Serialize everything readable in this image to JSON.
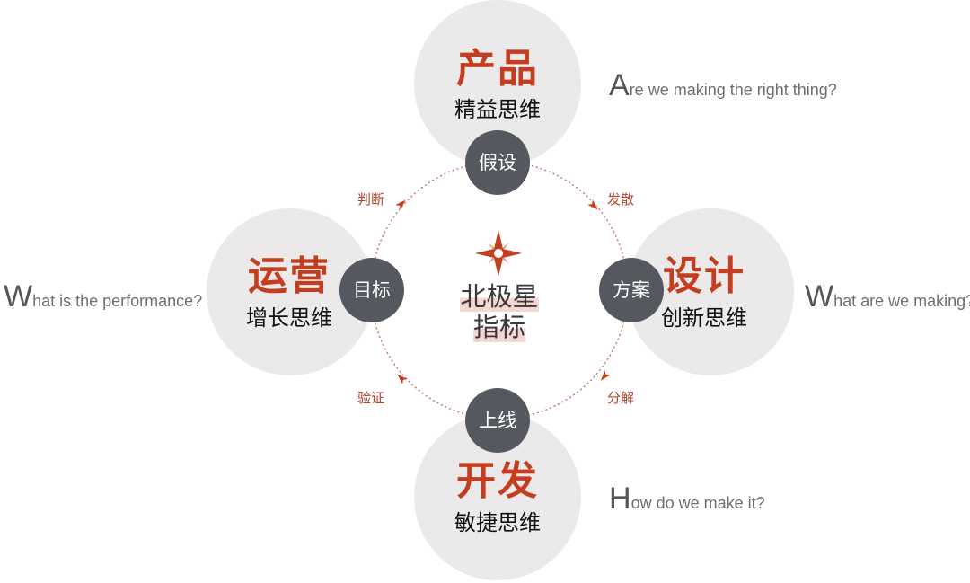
{
  "quadrants": {
    "top": {
      "title": "产品",
      "subtitle": "精益思维"
    },
    "left": {
      "title": "运营",
      "subtitle": "增长思维"
    },
    "right": {
      "title": "设计",
      "subtitle": "创新思维"
    },
    "bottom": {
      "title": "开发",
      "subtitle": "敏捷思维"
    }
  },
  "nodes": {
    "top": "假设",
    "left": "目标",
    "right": "方案",
    "bottom": "上线"
  },
  "edges": {
    "top_left": "判断",
    "top_right": "发散",
    "bottom_right": "分解",
    "bottom_left": "验证"
  },
  "center": {
    "line1": "北极星",
    "line2": "指标"
  },
  "questions": {
    "top": {
      "initial": "A",
      "rest": "re we making the right thing?"
    },
    "left": {
      "initial": "W",
      "rest": "hat is the performance?"
    },
    "right": {
      "initial": "W",
      "rest": "hat are we making?"
    },
    "bottom": {
      "initial": "H",
      "rest": "ow do we make it?"
    }
  },
  "colors": {
    "accent": "#c43d1e",
    "node": "#565860",
    "circle": "#ebe9e9",
    "ring": "#c0776a"
  }
}
